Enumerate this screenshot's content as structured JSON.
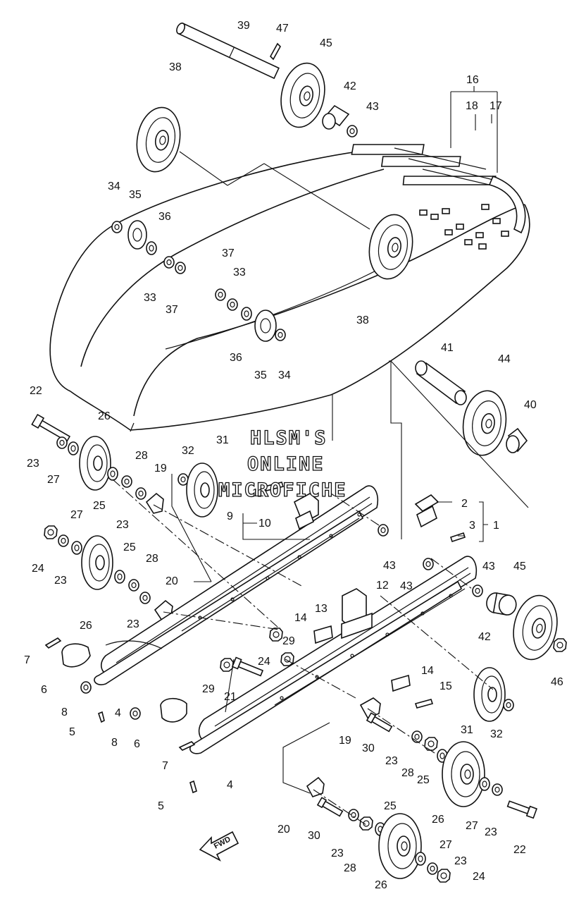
{
  "watermark": {
    "lines": [
      "HLSM'S",
      "ONLINE",
      "MICROFICHE"
    ]
  },
  "direction_arrow": {
    "label": "FWD"
  },
  "callouts": [
    "1",
    "2",
    "3",
    "4",
    "4",
    "5",
    "5",
    "6",
    "6",
    "7",
    "7",
    "8",
    "8",
    "9",
    "10",
    "11",
    "12",
    "13",
    "14",
    "14",
    "15",
    "16",
    "17",
    "18",
    "19",
    "19",
    "20",
    "20",
    "21",
    "22",
    "22",
    "23",
    "23",
    "23",
    "23",
    "23",
    "23",
    "23",
    "23",
    "24",
    "24",
    "24",
    "25",
    "25",
    "25",
    "25",
    "26",
    "26",
    "26",
    "26",
    "27",
    "27",
    "27",
    "27",
    "28",
    "28",
    "28",
    "28",
    "29",
    "29",
    "30",
    "30",
    "31",
    "31",
    "32",
    "32",
    "33",
    "33",
    "34",
    "34",
    "35",
    "35",
    "36",
    "36",
    "37",
    "37",
    "38",
    "38",
    "39",
    "40",
    "41",
    "42",
    "42",
    "43",
    "43",
    "43",
    "43",
    "44",
    "45",
    "45",
    "46",
    "47"
  ]
}
